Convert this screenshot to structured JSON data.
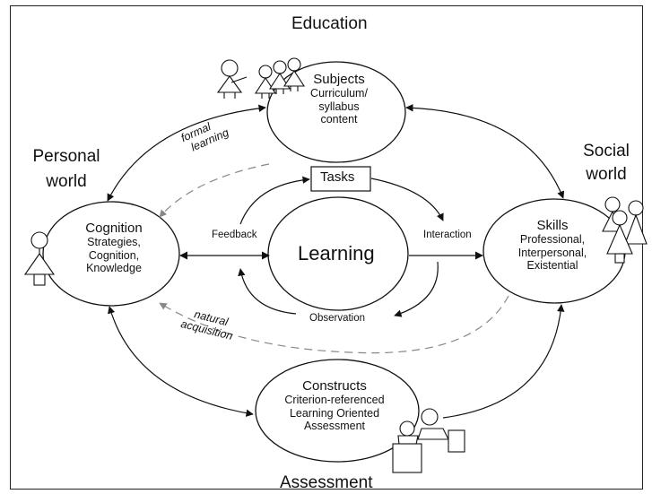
{
  "domains": {
    "education": "Education",
    "assessment": "Assessment",
    "personal_world": [
      "Personal",
      "world"
    ],
    "social_world": [
      "Social",
      "world"
    ]
  },
  "nodes": {
    "subjects": {
      "title": "Subjects",
      "lines": [
        "Curriculum/",
        "syllabus",
        "content"
      ]
    },
    "cognition": {
      "title": "Cognition",
      "lines": [
        "Strategies,",
        "Cognition,",
        "Knowledge"
      ]
    },
    "skills": {
      "title": "Skills",
      "lines": [
        "Professional,",
        "Interpersonal,",
        "Existential"
      ]
    },
    "constructs": {
      "title": "Constructs",
      "lines": [
        "Criterion-referenced",
        "Learning Oriented",
        "Assessment"
      ]
    },
    "learning": {
      "title": "Learning"
    },
    "tasks": {
      "title": "Tasks"
    }
  },
  "cycle_labels": {
    "feedback": "Feedback",
    "interaction": "Interaction",
    "observation": "Observation"
  },
  "path_labels": {
    "formal_learning": [
      "formal",
      "learning"
    ],
    "natural_acquisition": [
      "natural",
      "acquisition"
    ]
  }
}
